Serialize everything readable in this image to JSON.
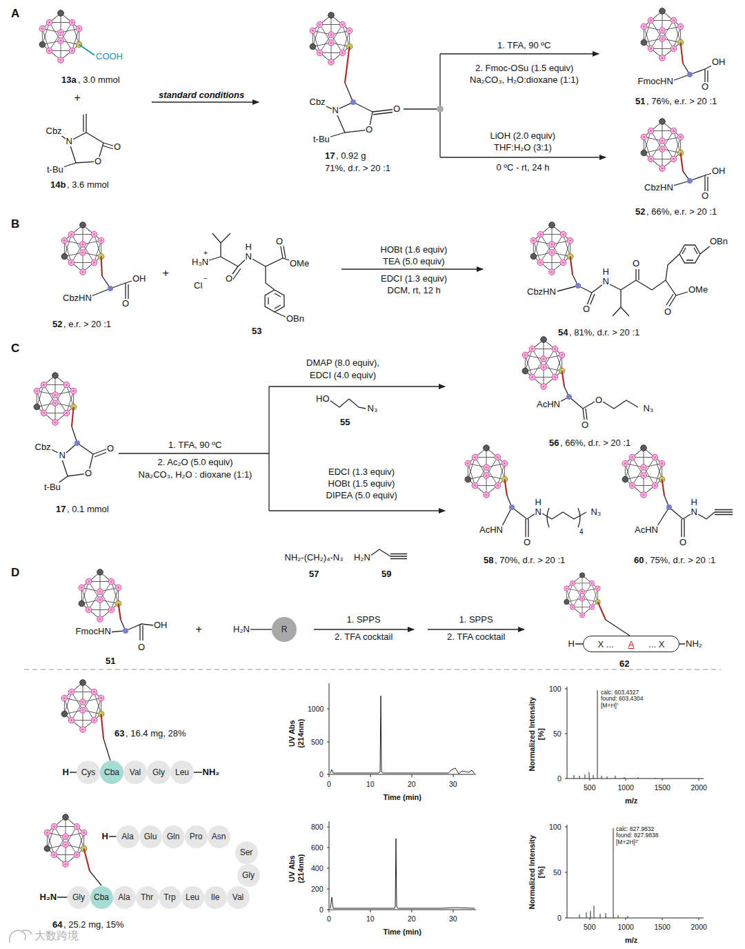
{
  "diagram": {
    "nodes": [
      {
        "text": [
          "R"
        ]
      },
      {
        "text": [
          "X ...",
          "A",
          "... X"
        ]
      },
      {
        "text": [
          "Cys"
        ]
      },
      {
        "text": [
          "Cba"
        ]
      },
      {
        "text": [
          "Val"
        ]
      },
      {
        "text": [
          "Gly"
        ]
      },
      {
        "text": [
          "Leu"
        ]
      },
      {
        "text": [
          "Ala"
        ]
      },
      {
        "text": [
          "Glu"
        ]
      },
      {
        "text": [
          "Gln"
        ]
      },
      {
        "text": [
          "Pro"
        ]
      },
      {
        "text": [
          "Asn"
        ]
      },
      {
        "text": [
          "Ser"
        ]
      },
      {
        "text": [
          "Gly"
        ]
      },
      {
        "text": [
          "Gly"
        ]
      },
      {
        "text": [
          "Cba"
        ]
      },
      {
        "text": [
          "Ala"
        ]
      },
      {
        "text": [
          "Thr"
        ]
      },
      {
        "text": [
          "Trp"
        ]
      },
      {
        "text": [
          "Leu"
        ]
      },
      {
        "text": [
          "Ile"
        ]
      },
      {
        "text": [
          "Val"
        ]
      }
    ],
    "labels": [
      "A",
      "COOH",
      "13a",
      ", 3.0 mmol",
      "+",
      "Cbz",
      "N",
      "O",
      "O",
      "t-Bu",
      "14b",
      ", 3.6 mmol",
      "standard conditions",
      "Cbz",
      "N",
      "O",
      "O",
      "t-Bu",
      "17",
      ", 0.92 g",
      "71%, d.r. > 20 :1",
      "1. TFA, 90 ºC",
      "2. Fmoc-OSu (1.5 equiv)",
      "Na₂CO₃, H₂O:dioxane (1:1)",
      "FmocHN",
      "OH",
      "O",
      "51",
      ", 76%, e.r. > 20 :1",
      "LiOH (2.0 equiv)",
      "THF:H₂O (3:1)",
      "0 ºC - rt, 24 h",
      "CbzHN",
      "OH",
      "O",
      "52",
      ", 66%, e.r. > 20 :1",
      "B",
      "CbzHN",
      "OH",
      "O",
      "52",
      ", e.r. > 20 :1",
      "+",
      "+",
      "H₃N",
      "−",
      "Cl",
      "N",
      "H",
      "O",
      "O",
      "OMe",
      "OBn",
      "53",
      "HOBt (1.6 equiv)",
      "TEA (5.0 equiv)",
      "EDCI (1.3 equiv)",
      "DCM, rt, 12 h",
      "OBn",
      "CbzHN",
      "N",
      "H",
      "O",
      "O",
      "OMe",
      "O",
      "54",
      ", 81%, d.r. > 20 :1",
      "C",
      "Cbz",
      "N",
      "O",
      "O",
      "t-Bu",
      "17",
      ", 0.1 mmol",
      "1. TFA, 90 ºC",
      "2. Ac₂O (5.0 equiv)",
      "Na₂CO₃, H₂O : dioxane (1:1)",
      "DMAP (8.0 equiv),",
      "EDCI (4.0 equiv)",
      "HO",
      "N₃",
      "55",
      "AcHN",
      "O",
      "O",
      "N₃",
      "56",
      ", 66%, d.r. > 20 :1",
      "EDCI (1.3 equiv)",
      "HOBt (1.5 equiv)",
      "DIPEA (5.0 equiv)",
      "NH₂-(CH₂)₄-N₃",
      "H₂N",
      "57",
      "59",
      "AcHN",
      "N",
      "H",
      "O",
      "4",
      "N₃",
      "58",
      ", 70%, d.r. > 20 :1",
      "AcHN",
      "N",
      "H",
      "O",
      "60",
      ", 75%, d.r. > 20 :1",
      "D",
      "FmocHN",
      "OH",
      "O",
      "51",
      "+",
      "H₂N",
      "1. SPPS",
      "2. TFA cocktail",
      "1. SPPS",
      "2. TFA cocktail",
      "H",
      "NH₂",
      "62",
      "63",
      ", 16.4 mg, 28%",
      "H",
      "NH₂",
      "1000",
      "500",
      "0",
      "0",
      "10",
      "20",
      "30",
      "Time (min)",
      "UV Abs (214nm)",
      "100",
      "50",
      "0",
      "500",
      "1000",
      "1500",
      "2000",
      "m/z",
      "Normalized Intensity [%]",
      "calc: 603.4327",
      "found: 603.4304",
      "[M+H]⁺",
      "H",
      "H₂N",
      "64",
      ", 25.2 mg, 15%",
      "800",
      "600",
      "400",
      "200",
      "0",
      "0",
      "10",
      "20",
      "30",
      "Time (min)",
      "UV Abs (214nm)",
      "100",
      "50",
      "0",
      "500",
      "1000",
      "1500",
      "2000",
      "m/z",
      "Normalized Intensity [%]",
      "calc: 827.9832",
      "found: 827.9838",
      "[M+2H]²⁺",
      "大数跨境"
    ]
  }
}
